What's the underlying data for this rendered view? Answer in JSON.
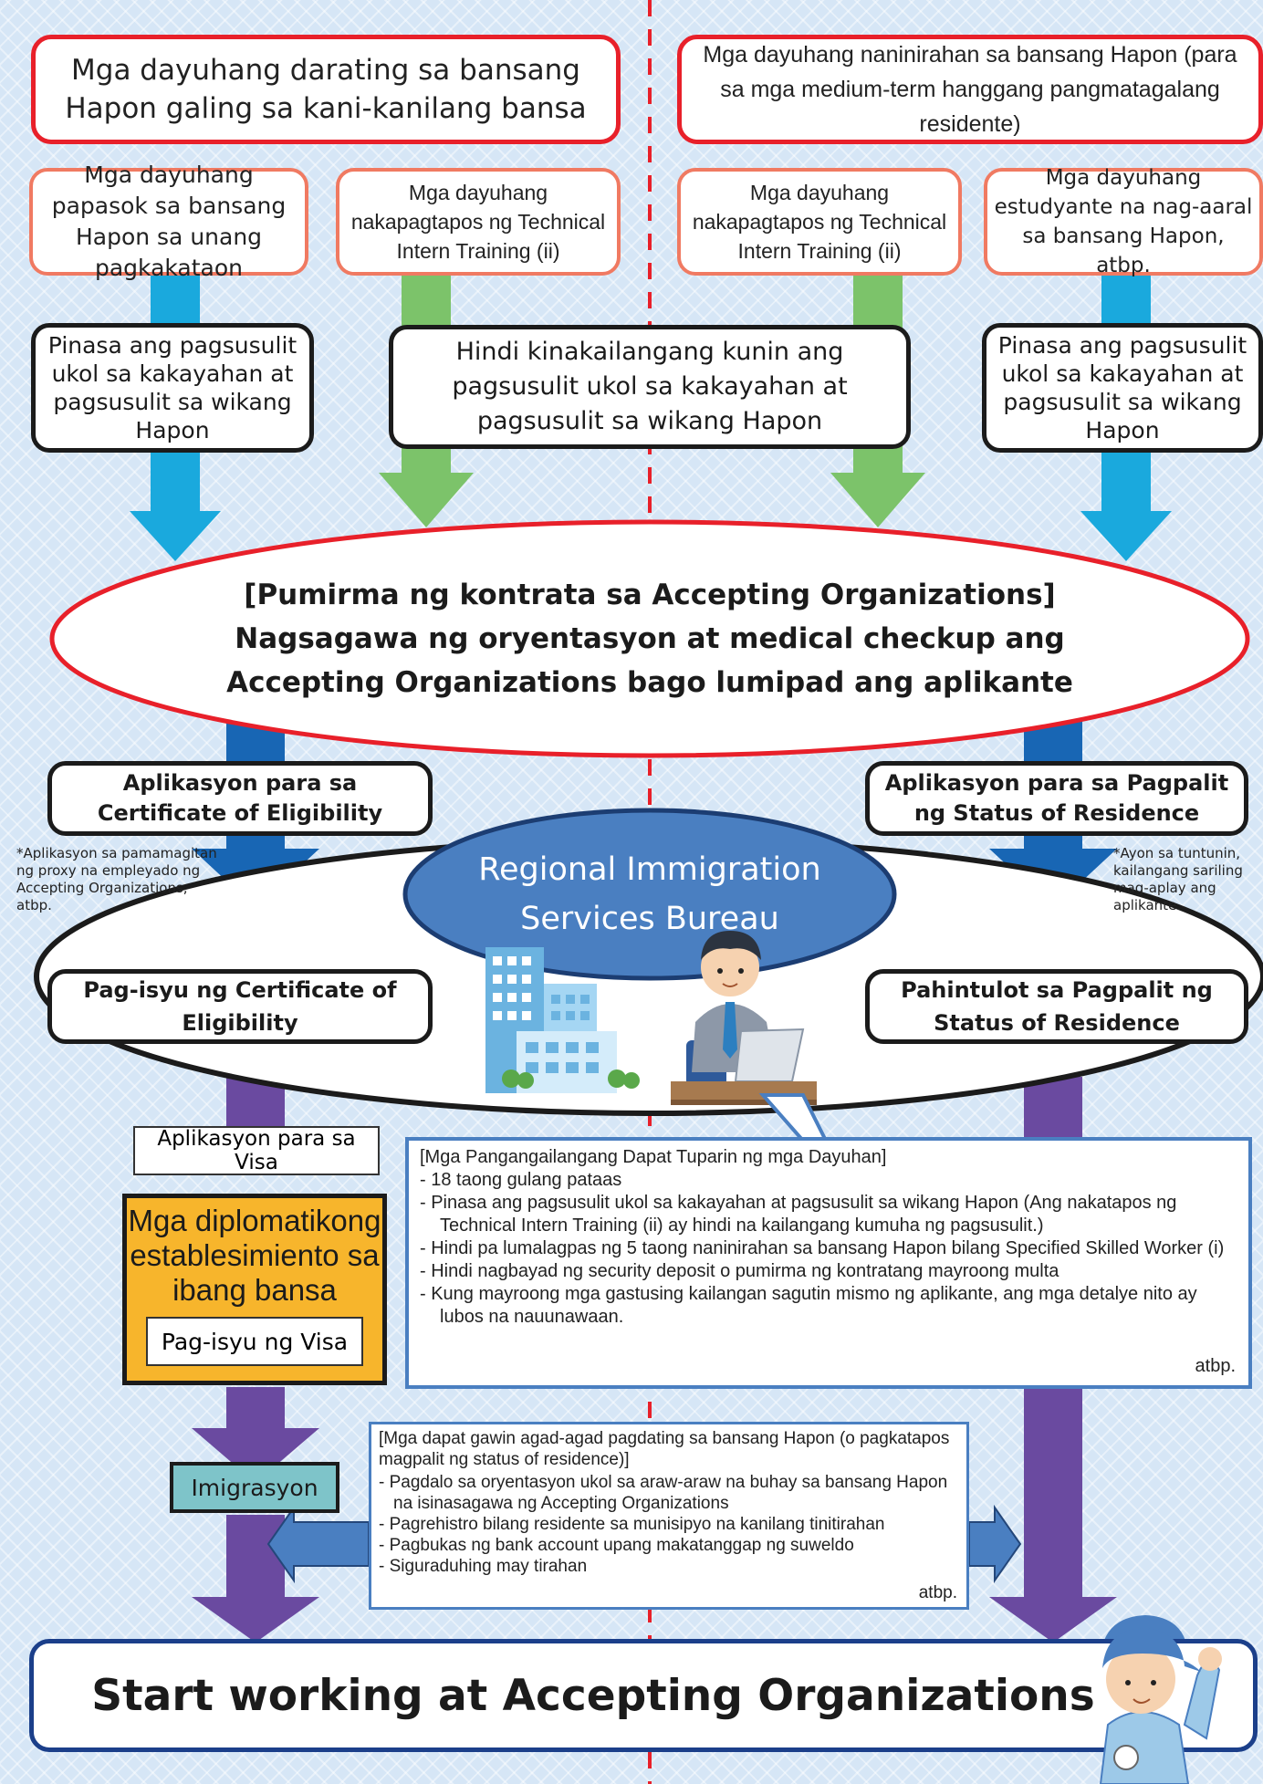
{
  "top_left_title": "Mga dayuhang darating sa bansang Hapon galing sa kani-kanilang bansa",
  "top_right_title": "Mga dayuhang naninirahan sa bansang Hapon (para sa mga medium-term hanggang pangmatagalang residente)",
  "category_first_entry": "Mga dayuhang papasok sa bansang Hapon sa unang pagkakataon",
  "category_tit_left": "Mga dayuhang nakapagtapos ng Technical Intern Training (ii)",
  "category_tit_right": "Mga dayuhang nakapagtapos ng Technical Intern Training (ii)",
  "category_students": "Mga dayuhang estudyante na nag-aaral sa bansang Hapon, atbp.",
  "passed_tests_left": "Pinasa ang pagsusulit ukol sa kakayahan at pagsusulit sa wikang Hapon",
  "passed_tests_right": "Pinasa ang pagsusulit ukol sa kakayahan at pagsusulit sa wikang Hapon",
  "no_tests_required": "Hindi kinakailangang kunin ang pagsusulit ukol sa kakayahan at pagsusulit sa wikang Hapon",
  "contract_ellipse": {
    "line1": "[Pumirma ng kontrata sa Accepting Organizations]",
    "line2": "Nagsagawa ng oryentasyon at medical checkup ang Accepting Organizations bago lumipad ang aplikante"
  },
  "application_coe": "Aplikasyon para sa Certificate of Eligibility",
  "application_change_status": "Aplikasyon para sa Pagpalit ng Status of Residence",
  "note_proxy": "*Aplikasyon sa pamamagitan ng proxy na empleyado ng Accepting Organizations, atbp.",
  "note_self": "*Ayon sa tuntunin, kailangang sariling mag-aplay ang aplikante.",
  "bureau": "Regional Immigration Services Bureau",
  "issuance_coe": "Pag-isyu ng Certificate of Eligibility",
  "permission_change_status": "Pahintulot sa Pagpalit ng Status of Residence",
  "visa_application": "Aplikasyon para sa Visa",
  "diplomatic_mission": "Mga diplomatikong establesimiento sa ibang bansa",
  "visa_issuance": "Pag-isyu ng Visa",
  "requirements": {
    "title": "[Mga Pangangailangang Dapat Tuparin ng mga Dayuhan]",
    "items": [
      "- 18 taong gulang pataas",
      "- Pinasa ang pagsusulit ukol sa kakayahan at pagsusulit sa wikang Hapon (Ang nakatapos ng Technical Intern Training (ii) ay hindi na kailangang kumuha ng pagsusulit.)",
      "- Hindi pa lumalagpas ng 5 taong naninirahan sa bansang Hapon bilang Specified Skilled Worker (i)",
      "- Hindi nagbayad ng security deposit o pumirma ng kontratang mayroong multa",
      "- Kung mayroong mga gastusing kailangan sagutin mismo ng aplikante, ang mga detalye nito ay lubos na nauunawaan."
    ],
    "etc": "atbp."
  },
  "immigration": "Imigrasyon",
  "after_arrival": {
    "title": "[Mga dapat gawin agad-agad pagdating sa bansang Hapon (o pagkatapos magpalit ng status of residence)]",
    "items": [
      "- Pagdalo sa oryentasyon ukol sa araw-araw na buhay sa bansang Hapon na isinasagawa ng Accepting Organizations",
      "- Pagrehistro bilang residente sa munisipyo na kanilang tinitirahan",
      "- Pagbukas ng bank account upang makatanggap ng suweldo",
      "- Siguraduhing may tirahan"
    ],
    "etc": "atbp."
  },
  "start_working": "Start working at Accepting Organizations",
  "colors": {
    "red": "#e8202a",
    "salmon": "#f07a62",
    "cyan_arrow": "#1aa9dd",
    "green_arrow": "#7cc36a",
    "blue_arrow": "#1866b4",
    "purple_arrow": "#6a4aa0",
    "orange_box": "#f7b52c",
    "teal_box": "#7ec4c9",
    "bureau_blue": "#4a7fc1"
  }
}
